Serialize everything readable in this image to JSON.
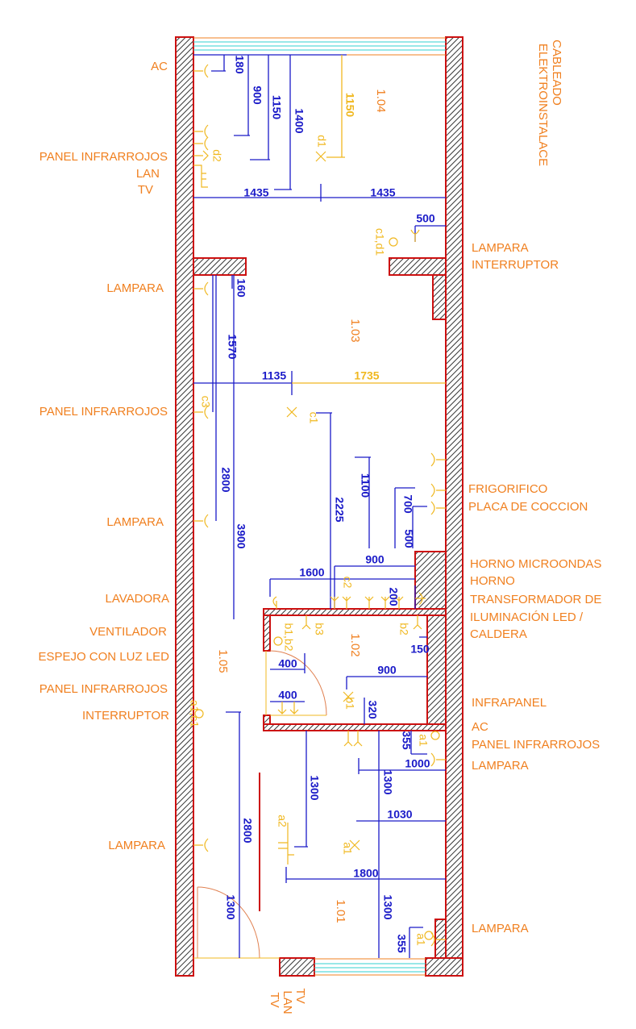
{
  "title": {
    "line1": "ELEKTROINSTALACE",
    "line2": "CABLEADO"
  },
  "left_labels": [
    "AC",
    "PANEL INFRARROJOS",
    "LAN",
    "TV",
    "LAMPARA",
    "PANEL INFRARROJOS",
    "LAMPARA",
    "LAVADORA",
    "VENTILADOR",
    "ESPEJO CON LUZ LED",
    "PANEL INFRARROJOS",
    "INTERRUPTOR",
    "LAMPARA"
  ],
  "right_labels": [
    "LAMPARA",
    "INTERRUPTOR",
    "FRIGORIFICO",
    "PLACA DE COCCION",
    "HORNO MICROONDAS",
    "HORNO",
    "TRANSFORMADOR DE",
    "ILUMINACIÓN LED /",
    "CALDERA",
    "INFRAPANEL",
    "AC",
    "PANEL INFRARROJOS",
    "LAMPARA",
    "LAMPARA"
  ],
  "bottom_labels": [
    "TV",
    "LAN",
    "TV"
  ],
  "rooms": [
    "1.04",
    "1.03",
    "1.05",
    "1.02",
    "1.01"
  ],
  "symbols": [
    "d1",
    "d2",
    "c1,d1",
    "c3",
    "c1",
    "c2",
    "b1,b2",
    "b3",
    "b2",
    "b1",
    "a1,c1",
    "a2",
    "a1",
    "a1",
    "a1"
  ],
  "dimensions": [
    "180",
    "900",
    "1150",
    "1400",
    "1150",
    "1435",
    "1435",
    "500",
    "160",
    "1570",
    "1135",
    "1735",
    "2800",
    "3900",
    "2225",
    "1100",
    "700",
    "500",
    "900",
    "1600",
    "200",
    "150",
    "400",
    "900",
    "400",
    "320",
    "355",
    "1000",
    "1300",
    "1300",
    "1030",
    "2800",
    "1800",
    "1300",
    "1300",
    "355"
  ],
  "colors": {
    "wall_outline": "#cc1010",
    "dimension": "#1a1ac8",
    "label": "#f08020",
    "symbol": "#f0b820",
    "window": "#30d0d0"
  }
}
